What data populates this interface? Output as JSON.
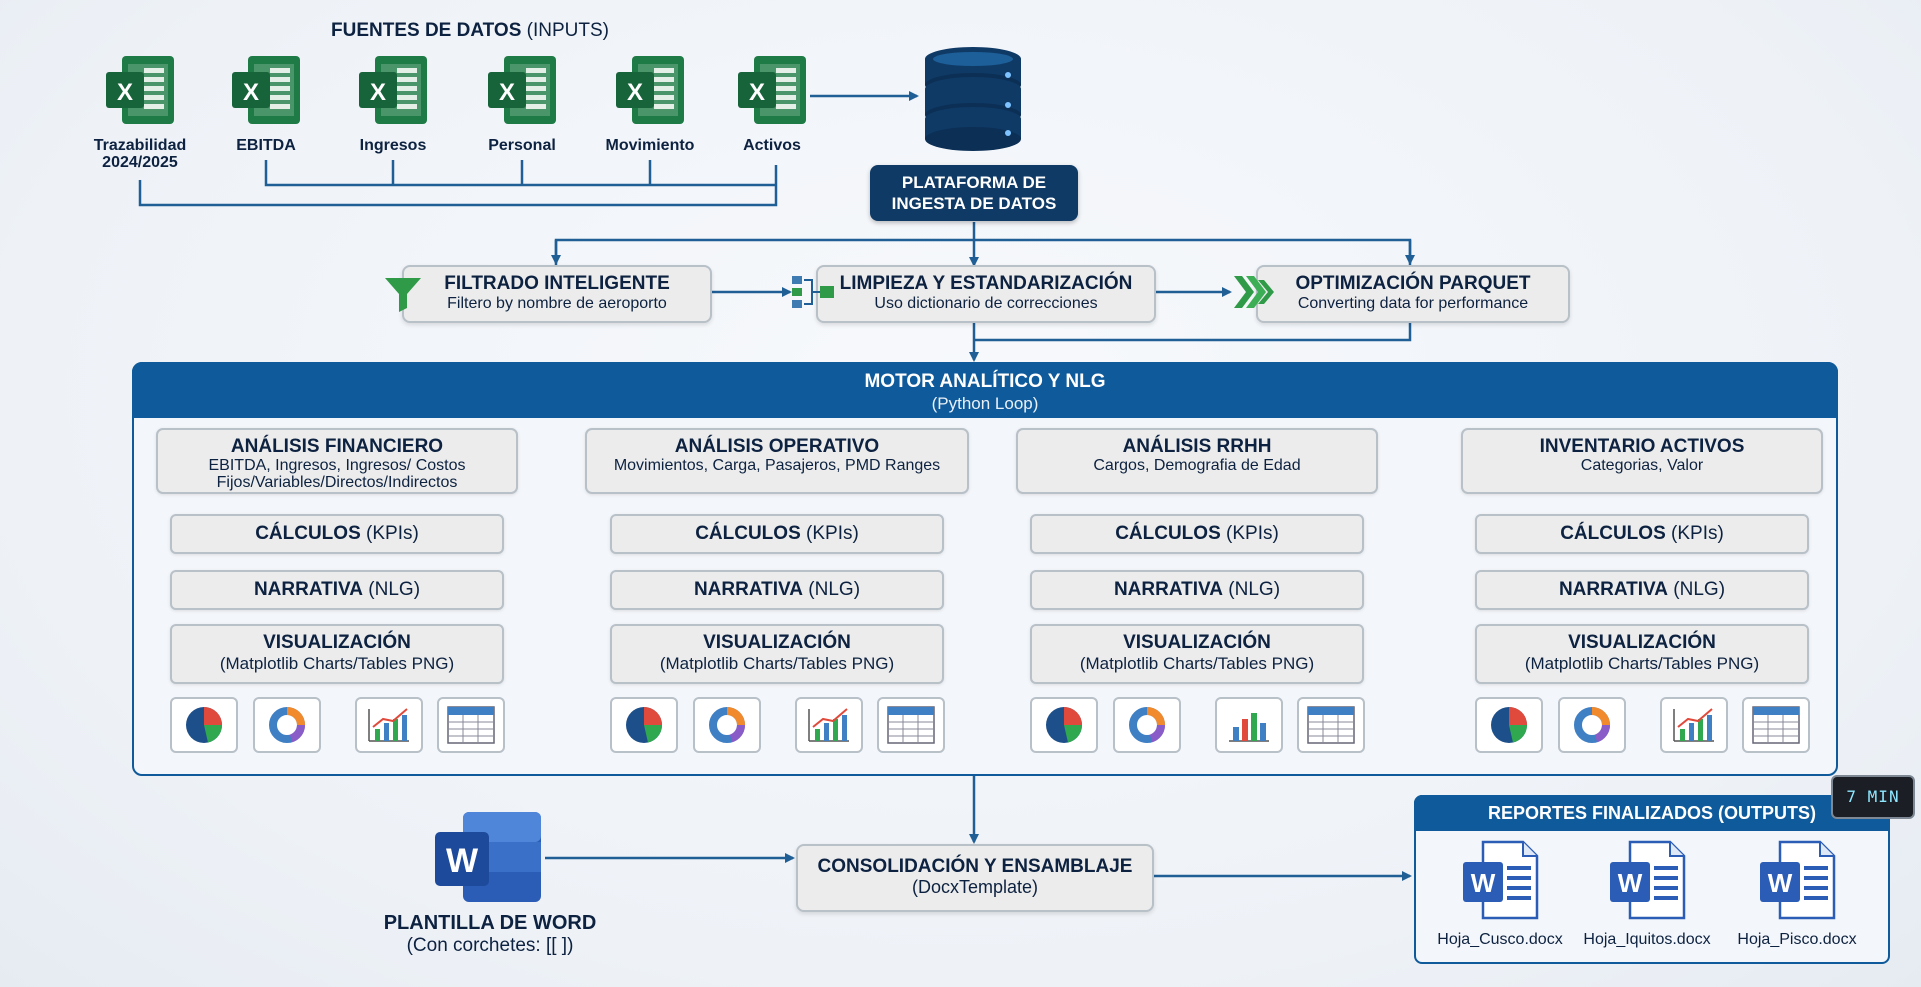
{
  "inputs": {
    "title_bold": "FUENTES DE DATOS",
    "title_rest": " (INPUTS)",
    "files": [
      {
        "label": "Trazabilidad 2024/2025",
        "icon": "excel-icon"
      },
      {
        "label": "EBITDA",
        "icon": "excel-icon"
      },
      {
        "label": "Ingresos",
        "icon": "excel-icon"
      },
      {
        "label": "Personal",
        "icon": "excel-icon"
      },
      {
        "label": "Movimiento",
        "icon": "excel-icon"
      },
      {
        "label": "Activos",
        "icon": "excel-icon"
      }
    ]
  },
  "platform": {
    "title": "PLATAFORMA DE INGESTA DE DATOS",
    "icon": "database-icon"
  },
  "pipeline": [
    {
      "title": "FILTRADO INTELIGENTE",
      "subtitle": "Filtero by nombre de aeroporto",
      "icon": "funnel-icon"
    },
    {
      "title": "LIMPIEZA Y ESTANDARIZACIÓN",
      "subtitle": "Uso dictionario de correcciones",
      "icon": "cleaning-icon"
    },
    {
      "title": "OPTIMIZACIÓN PARQUET",
      "subtitle": "Converting data for performance",
      "icon": "parquet-arrows-icon"
    }
  ],
  "engine": {
    "title": "MOTOR ANALÍTICO Y NLG",
    "subtitle": "(Python Loop)",
    "columns": [
      {
        "title": "ANÁLISIS FINANCIERO",
        "subtitle": "EBITDA, Ingresos, Ingresos/ Costos Fijos/Variables/Directos/Indirectos"
      },
      {
        "title": "ANÁLISIS OPERATIVO",
        "subtitle": "Movimientos, Carga, Pasajeros, PMD Ranges"
      },
      {
        "title": "ANÁLISIS RRHH",
        "subtitle": "Cargos, Demografia de Edad"
      },
      {
        "title": "INVENTARIO ACTIVOS",
        "subtitle": "Categorias, Valor"
      }
    ],
    "calc": {
      "bold": "CÁLCULOS",
      "rest": " (KPIs)"
    },
    "narrative": {
      "bold": "NARRATIVA",
      "rest": " (NLG)"
    },
    "viz": {
      "title": "VISUALIZACIÓN",
      "subtitle": "(Matplotlib Charts/Tables PNG)"
    },
    "output_icons": [
      "pie-chart-icon",
      "donut-chart-icon",
      "bar-line-chart-icon",
      "table-icon"
    ]
  },
  "template": {
    "title": "PLANTILLA DE WORD",
    "subtitle": "(Con corchetes: [[ ])",
    "icon": "word-icon"
  },
  "consolidation": {
    "title": "CONSOLIDACIÓN Y ENSAMBLAJE",
    "subtitle": "(DocxTemplate)"
  },
  "outputs": {
    "title": "REPORTES FINALIZADOS (OUTPUTS)",
    "files": [
      {
        "label": "Hoja_Cusco.docx",
        "icon": "word-document-icon"
      },
      {
        "label": "Hoja_Iquitos.docx",
        "icon": "word-document-icon"
      },
      {
        "label": "Hoja_Pisco.docx",
        "icon": "word-document-icon"
      }
    ]
  },
  "timer": {
    "text": "7 MIN"
  },
  "colors": {
    "navy": "#0f3a66",
    "blue": "#0f5a9a",
    "excel": "#1e7b45",
    "word": "#2b5cb6",
    "line": "#1f5f95"
  }
}
